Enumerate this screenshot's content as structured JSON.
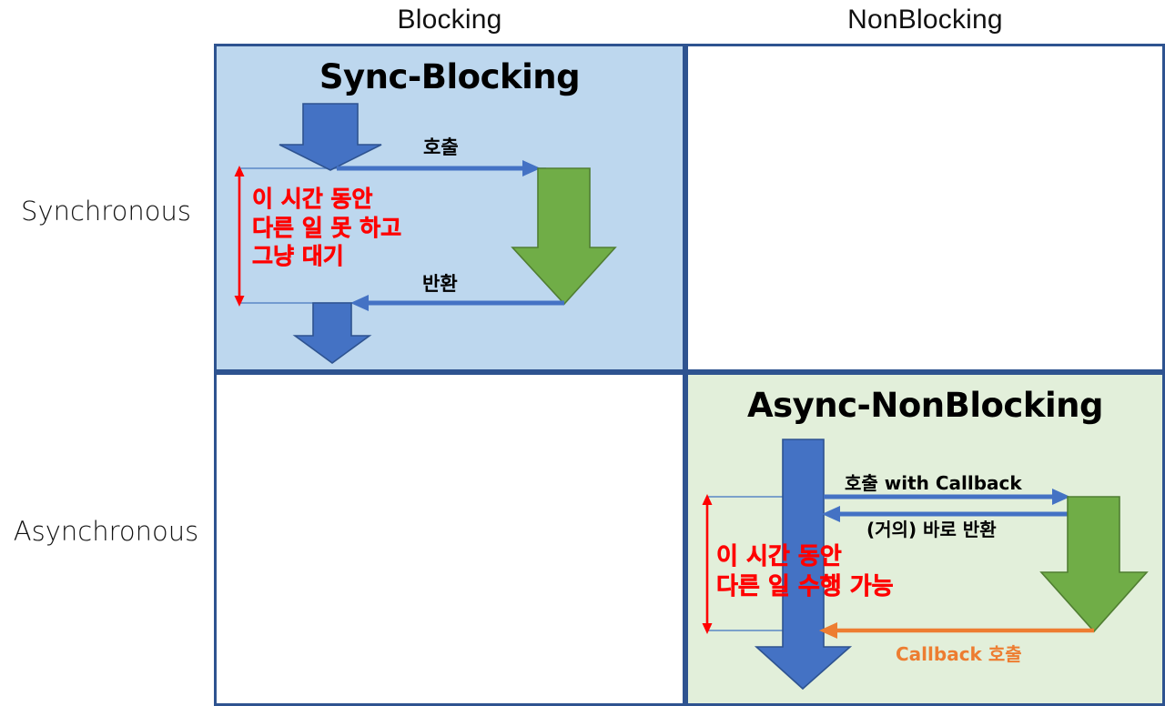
{
  "matrix": {
    "column_headers": [
      {
        "id": "blocking",
        "label": "Blocking"
      },
      {
        "id": "nonblocking",
        "label": "NonBlocking"
      }
    ],
    "row_headers": [
      {
        "id": "synchronous",
        "label": "Synchronous"
      },
      {
        "id": "asynchronous",
        "label": "Asynchronous"
      }
    ],
    "cells": [
      {
        "id": "sync-blocking",
        "row": "Synchronous",
        "column": "Blocking",
        "title": "Sync-Blocking",
        "filled": true,
        "fill_color": "#BDD7EE"
      },
      {
        "id": "sync-nonblocking",
        "row": "Synchronous",
        "column": "NonBlocking",
        "title": "",
        "filled": false,
        "fill_color": "#FFFFFF"
      },
      {
        "id": "async-blocking",
        "row": "Asynchronous",
        "column": "Blocking",
        "title": "",
        "filled": false,
        "fill_color": "#FFFFFF"
      },
      {
        "id": "async-nonblocking",
        "row": "Asynchronous",
        "column": "NonBlocking",
        "title": "Async-NonBlocking",
        "filled": true,
        "fill_color": "#E2EFDA"
      }
    ]
  },
  "sync_panel": {
    "title": "Sync-Blocking",
    "call_label": "호출",
    "return_label": "반환",
    "note": "이 시간 동안\n다른 일 못 하고\n그냥 대기",
    "note_color": "#FF0000"
  },
  "async_panel": {
    "title": "Async-NonBlocking",
    "call_label": "호출 with Callback",
    "return_label": "(거의) 바로 반환",
    "callback_label": "Callback 호출",
    "callback_color": "#ED7D31",
    "note": "이 시간 동안\n다른 일 수행 가능",
    "note_color": "#FF0000"
  },
  "colors": {
    "border": "#2E5390",
    "caller_arrow": "#4472C4",
    "caller_arrow_stroke": "#2E5390",
    "callee_arrow": "#70AD47",
    "callee_arrow_stroke": "#507E32",
    "message_arrow": "#4472C4",
    "callback_arrow": "#ED7D31",
    "duration_bracket": "#FF0000",
    "guide_line": "#5B87C5",
    "sync_cell_fill": "#BDD7EE",
    "async_cell_fill": "#E2EFDA"
  }
}
